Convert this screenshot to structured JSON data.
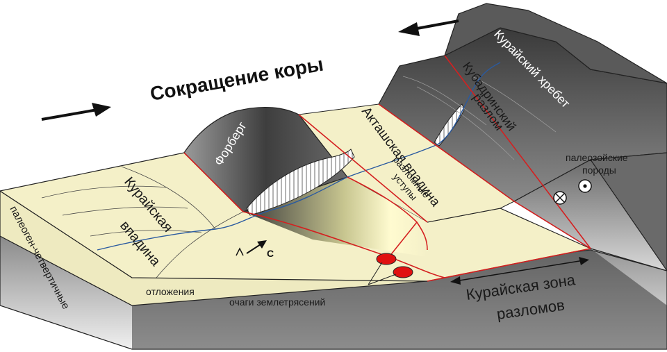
{
  "title": "Сокращение коры",
  "labels": {
    "forberg": "Форберг",
    "kurai_basin_1": "Курайская",
    "kurai_basin_2": "впадина",
    "aktash_basin": "Акташская впадина",
    "fault_scarps_1": "разломные",
    "fault_scarps_2": "уступы",
    "kubadra_fault_1": "Кубадринский",
    "kubadra_fault_2": "разлом",
    "kurai_ridge": "Курайский хребет",
    "paleozoic_1": "палеозойские",
    "paleozoic_2": "породы",
    "sediments_1": "палеоген-четвертичные",
    "sediments_2": "отложения",
    "earthquake_foci": "очаги землетрясений",
    "fault_zone_1": "Курайская зона",
    "fault_zone_2": "разломов",
    "north": "С"
  },
  "colors": {
    "sediment": "#f4f0c8",
    "rock_dark": "#4a4a4a",
    "rock_mid": "#7a7a7a",
    "fault": "#d42020",
    "river": "#2a5aa0",
    "quake": "#e01010"
  }
}
